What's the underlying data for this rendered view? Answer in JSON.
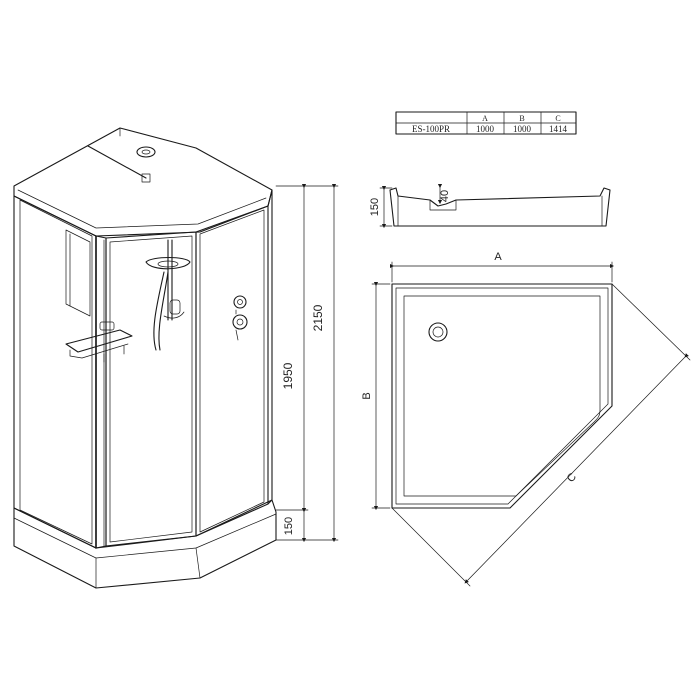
{
  "spec_table": {
    "columns": [
      "",
      "A",
      "B",
      "C"
    ],
    "row": [
      "ES-100PR",
      "1000",
      "1000",
      "1414"
    ]
  },
  "cabin": {
    "height_total": "2150",
    "height_walls": "1950",
    "height_base": "150"
  },
  "tray_profile": {
    "height": "150",
    "drain_depth": "40"
  },
  "tray_plan": {
    "label_a": "A",
    "label_b": "B",
    "label_c": "C"
  },
  "colors": {
    "line": "#1a1a1a",
    "glass": "#e8e8e8",
    "background": "#ffffff"
  }
}
